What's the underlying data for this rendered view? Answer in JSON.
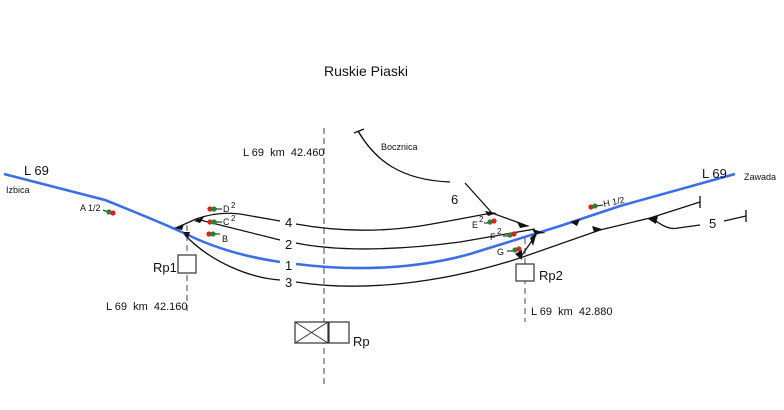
{
  "title": "Ruskie Piaski",
  "line": {
    "west_label": "L 69",
    "east_label": "L 69",
    "west_direction": "Izbica",
    "east_direction": "Zawada",
    "color": "#3a6fe8"
  },
  "kilometrage": {
    "west": "L 69  km  42.160",
    "center": "L 69  km  42.460",
    "east": "L 69  km  42.880"
  },
  "tracks": [
    {
      "id": "4",
      "label": "4"
    },
    {
      "id": "2",
      "label": "2"
    },
    {
      "id": "1",
      "label": "1"
    },
    {
      "id": "3",
      "label": "3"
    },
    {
      "id": "6",
      "label": "6"
    },
    {
      "id": "5",
      "label": "5"
    }
  ],
  "siding_label": "Bocznica",
  "signals": [
    {
      "id": "A",
      "label": "A 1/2",
      "sup": ""
    },
    {
      "id": "D",
      "label": "D",
      "sup": "2"
    },
    {
      "id": "C",
      "label": "C",
      "sup": "2"
    },
    {
      "id": "B",
      "label": "B",
      "sup": ""
    },
    {
      "id": "E",
      "label": "E",
      "sup": "2"
    },
    {
      "id": "F",
      "label": "F",
      "sup": "2"
    },
    {
      "id": "G",
      "label": "G",
      "sup": ""
    },
    {
      "id": "H",
      "label": "H 1/2",
      "sup": ""
    }
  ],
  "posts": {
    "rp1": "Rp1",
    "rp2": "Rp2",
    "rp": "Rp"
  },
  "colors": {
    "signal_red": "#e02020",
    "signal_green": "#1a8a2a"
  }
}
